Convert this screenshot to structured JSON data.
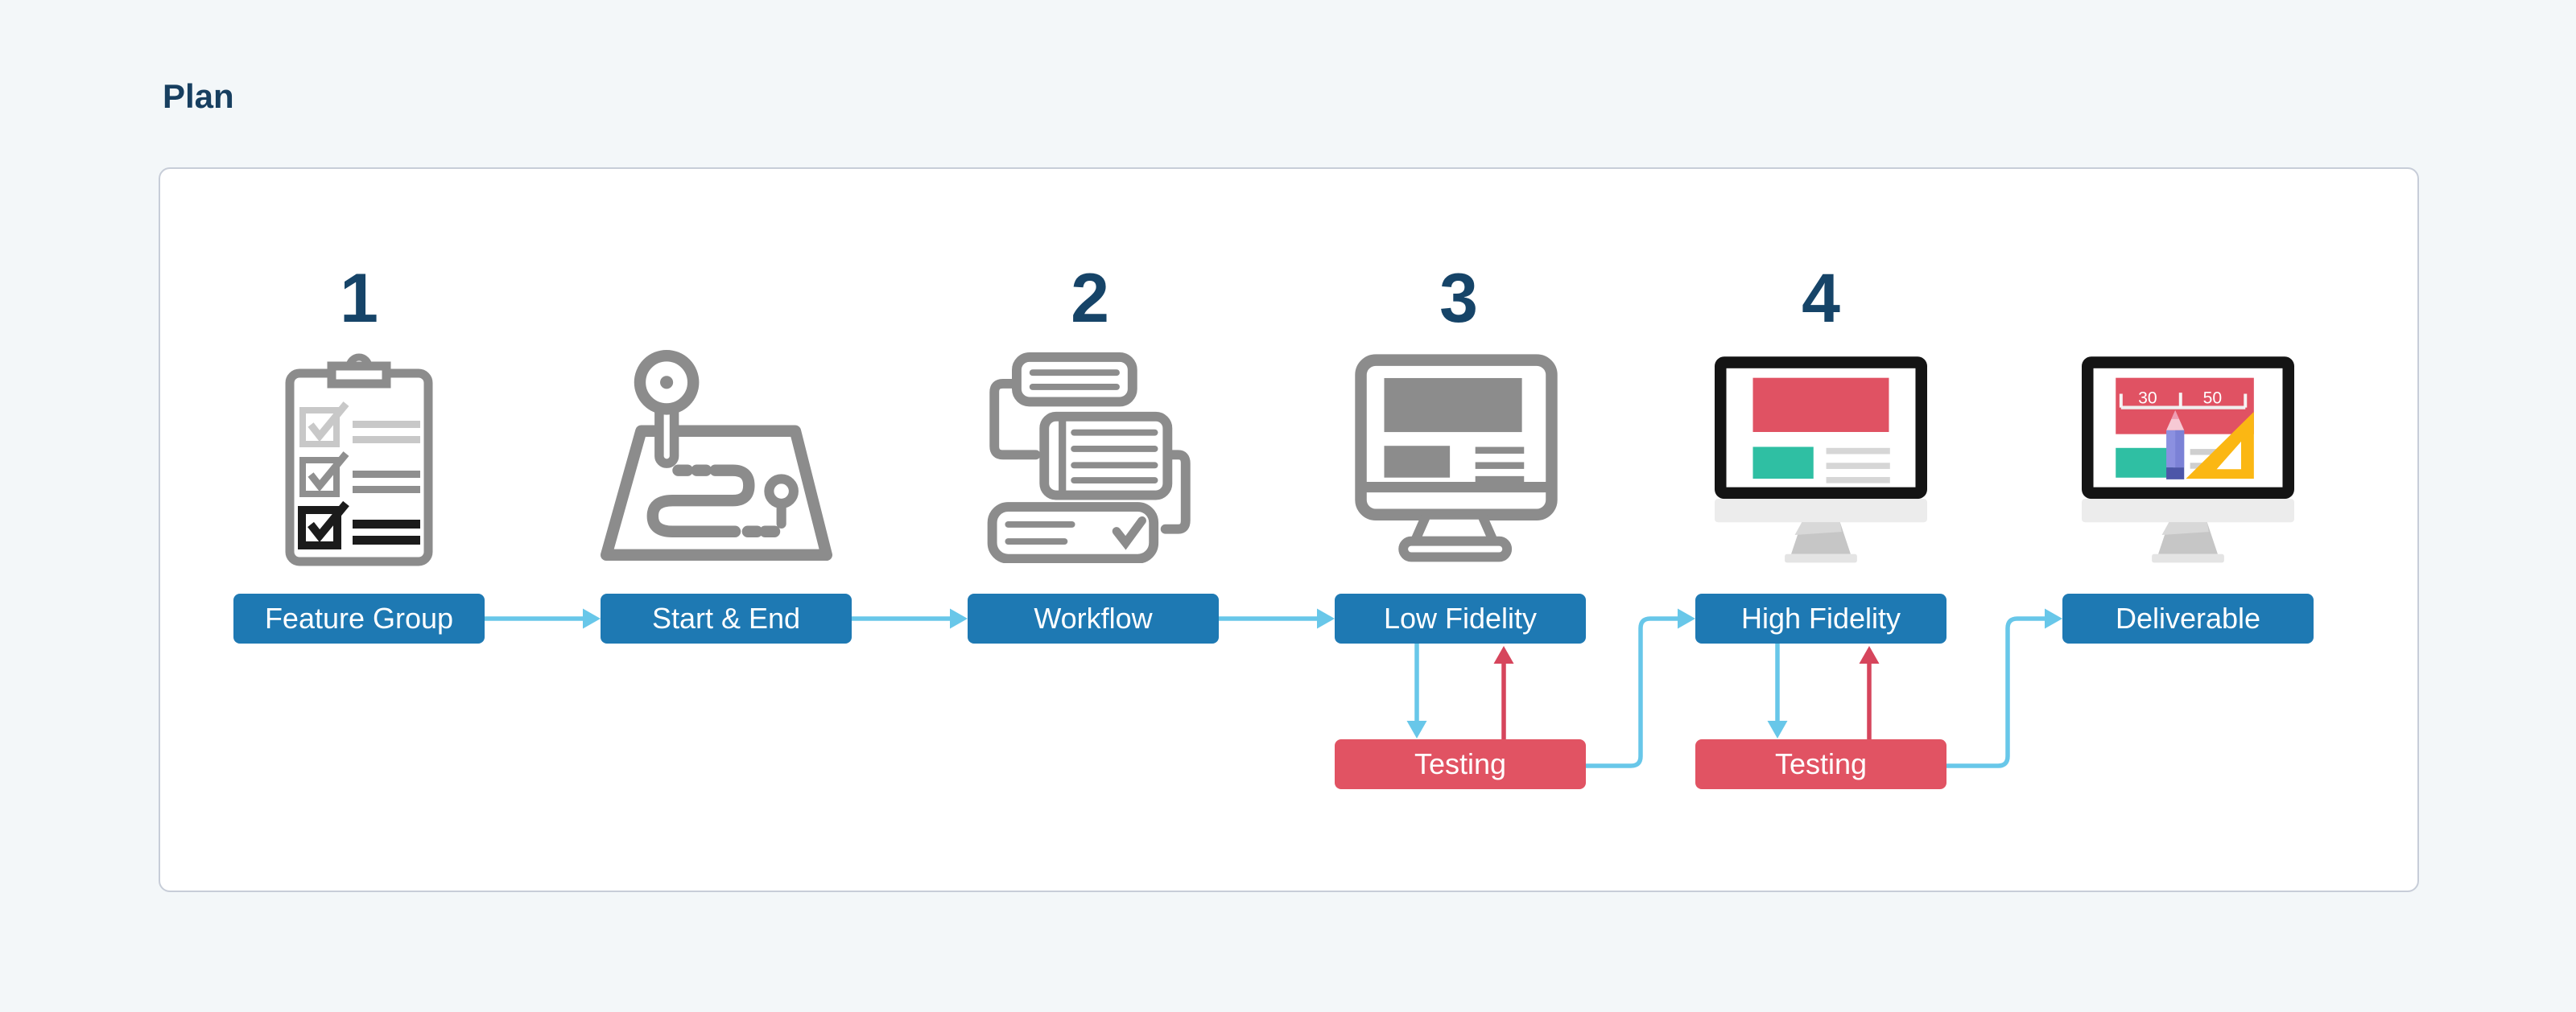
{
  "page": {
    "title": "Plan"
  },
  "palette": {
    "background": "#f3f7f9",
    "card_background": "#ffffff",
    "card_border": "#c7cdd8",
    "title_text": "#173f60",
    "number_text": "#164468",
    "step_box": "#1e79b3",
    "testing_box": "#e15363",
    "flow_arrow": "#68c7e9",
    "feedback_arrow": "#d6455c",
    "icon_gray": "#8c8c8c",
    "accent_red": "#e05263",
    "accent_teal": "#2fbfa3",
    "accent_yellow": "#fbb713"
  },
  "flow": {
    "steps": [
      {
        "number": "1",
        "label": "Feature Group",
        "icon": "checklist-clipboard-icon"
      },
      {
        "number": "",
        "label": "Start & End",
        "icon": "route-map-icon"
      },
      {
        "number": "2",
        "label": "Workflow",
        "icon": "task-cards-icon"
      },
      {
        "number": "3",
        "label": "Low Fidelity",
        "icon": "wireframe-monitor-icon"
      },
      {
        "number": "4",
        "label": "High Fidelity",
        "icon": "mockup-monitor-icon"
      },
      {
        "number": "",
        "label": "Deliverable",
        "icon": "deliverable-monitor-icon"
      }
    ],
    "testing": [
      {
        "label": "Testing",
        "loops_with": "Low Fidelity"
      },
      {
        "label": "Testing",
        "loops_with": "High Fidelity"
      }
    ],
    "deliverable_screen": {
      "left_measure": "30",
      "right_measure": "50"
    }
  }
}
